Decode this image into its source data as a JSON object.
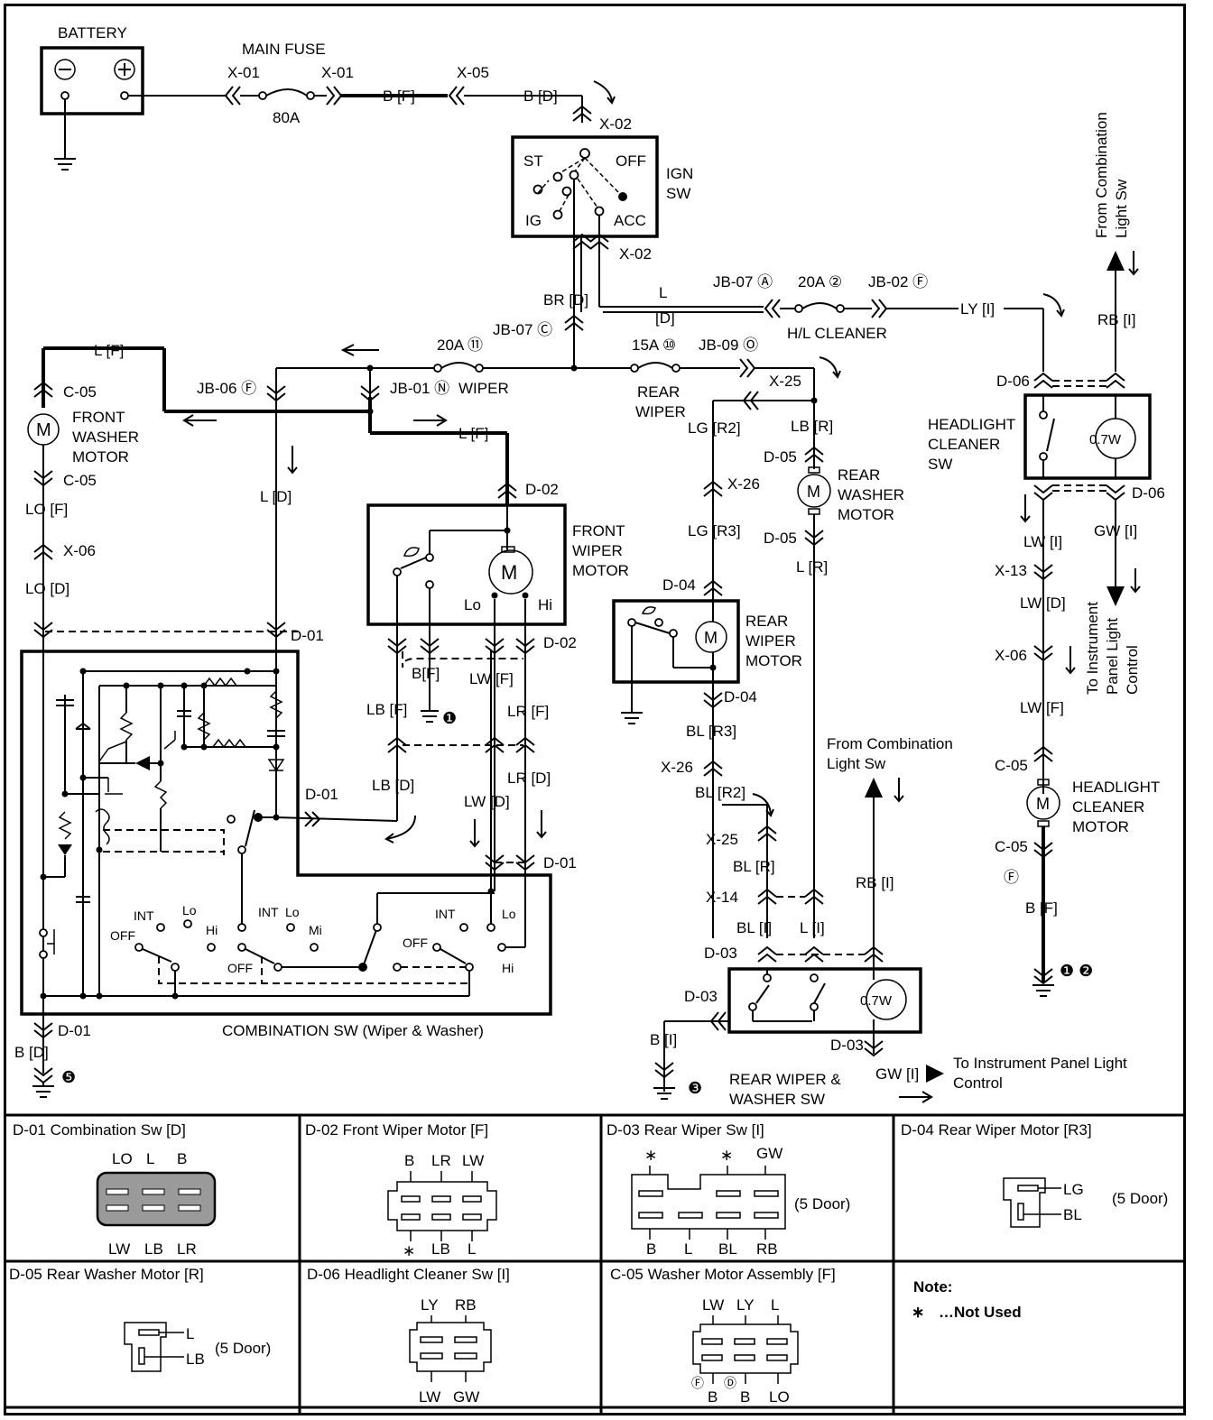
{
  "components": {
    "battery": "BATTERY",
    "main_fuse": "MAIN FUSE",
    "main_fuse_rating": "80A",
    "ign_sw": [
      "IGN",
      "SW"
    ],
    "ign_positions": {
      "st": "ST",
      "off": "OFF",
      "ig": "IG",
      "acc": "ACC"
    },
    "front_washer_motor": [
      "FRONT",
      "WASHER",
      "MOTOR"
    ],
    "front_wiper_motor": [
      "FRONT",
      "WIPER",
      "MOTOR"
    ],
    "rear_wiper_motor": [
      "REAR",
      "WIPER",
      "MOTOR"
    ],
    "rear_washer_motor": [
      "REAR",
      "WASHER",
      "MOTOR"
    ],
    "headlight_cleaner_sw": [
      "HEADLIGHT",
      "CLEANER",
      "SW"
    ],
    "headlight_cleaner_motor": [
      "HEADLIGHT",
      "CLEANER",
      "MOTOR"
    ],
    "combination_sw": "COMBINATION SW (Wiper & Washer)",
    "rear_wiper_washer_sw": [
      "REAR WIPER &",
      "WASHER SW"
    ],
    "motor_symbol": "M",
    "lamp_rating": "0.7W",
    "lo": "Lo",
    "hi": "Hi",
    "positions": {
      "int": "INT",
      "lo": "Lo",
      "hi": "Hi",
      "mi": "Mi",
      "off": "OFF"
    }
  },
  "fuses": {
    "wiper": {
      "rating": "20A ⑪",
      "name": "WIPER"
    },
    "rear_wiper": {
      "rating": "15A ⑩",
      "name": [
        "REAR",
        "WIPER"
      ]
    },
    "hl_cleaner": {
      "rating": "20A ②",
      "name": "H/L CLEANER"
    }
  },
  "connectors": {
    "x01": "X-01",
    "x02": "X-02",
    "x05": "X-05",
    "x06": "X-06",
    "x13": "X-13",
    "x14": "X-14",
    "x25": "X-25",
    "x26": "X-26",
    "jb07a": "JB-07 Ⓐ",
    "jb02f": "JB-02 Ⓕ",
    "jb07c": "JB-07 Ⓒ",
    "jb06f": "JB-06 Ⓕ",
    "jb01n": "JB-01 Ⓝ",
    "jb09o": "JB-09 Ⓞ",
    "c05": "C-05",
    "d01": "D-01",
    "d02": "D-02",
    "d03": "D-03",
    "d04": "D-04",
    "d05": "D-05",
    "d06": "D-06"
  },
  "wires": {
    "b_f": "B [F]",
    "b_d": "B [D]",
    "br_d": "BR [D]",
    "l": "L",
    "l_bracket_d": "[D]",
    "ly_i": "LY [I]",
    "rb_i": "RB [I]",
    "l_f": "L [F]",
    "lo_f": "LO [F]",
    "lo_d": "LO [D]",
    "l_d": "L [D]",
    "bf": "B[F]",
    "lb_f": "LB [F]",
    "lb_d": "LB [D]",
    "lw_f": "LW [F]",
    "lr_f": "LR [F]",
    "lr_d": "LR [D]",
    "lw_d": "LW [D]",
    "lg_r2": "LG [R2]",
    "lg_r3": "LG [R3]",
    "lb_r": "LB [R]",
    "l_r": "L [R]",
    "bl_r3": "BL [R3]",
    "bl_r2": "BL [R2]",
    "bl_r": "BL [R]",
    "bl_i": "BL [I]",
    "l_i": "L [I]",
    "b_i": "B [I]",
    "gw_i": "GW [I]",
    "lw_i": "LW [I]",
    "lw_d2": "LW [D]",
    "lw_f2": "LW [F]",
    "b_f2": "B [F]",
    "b_d2": "B [D]"
  },
  "grounds": {
    "g1": "❶",
    "g12": "❶ ❷",
    "g3": "❸",
    "g5": "❺",
    "circle_f": "Ⓕ"
  },
  "notes": {
    "from_comb_light_sw": [
      "From Combination",
      "Light Sw"
    ],
    "to_ipl_control": [
      "To Instrument",
      "Panel Light",
      "Control"
    ],
    "to_ipl_control2": [
      "To Instrument Panel Light",
      "Control"
    ]
  },
  "connector_table": [
    {
      "title": "D-01  Combination Sw [D]",
      "top": [
        "LO",
        "L",
        "B"
      ],
      "bottom": [
        "LW",
        "LB",
        "LR"
      ]
    },
    {
      "title": "D-02  Front Wiper Motor [F]",
      "top": [
        "B",
        "LR",
        "LW"
      ],
      "bottom": [
        "∗",
        "LB",
        "L"
      ]
    },
    {
      "title": "D-03  Rear Wiper Sw [I]",
      "top": [
        "∗",
        "∗",
        "GW"
      ],
      "bottom": [
        "B",
        "L",
        "BL",
        "RB"
      ],
      "note": "(5 Door)"
    },
    {
      "title": "D-04  Rear Wiper Motor [R3]",
      "pins": [
        "LG",
        "BL"
      ],
      "note": "(5 Door)"
    },
    {
      "title": "D-05  Rear Washer Motor [R]",
      "pins": [
        "L",
        "LB"
      ],
      "note": "(5 Door)"
    },
    {
      "title": "D-06  Headlight Cleaner Sw [I]",
      "top": [
        "LY",
        "RB"
      ],
      "bottom": [
        "LW",
        "GW"
      ]
    },
    {
      "title": "C-05  Washer Motor Assembly [F]",
      "top": [
        "LW",
        "LY",
        "L"
      ],
      "bottom": [
        "B",
        "B",
        "LO"
      ],
      "marks": [
        "Ⓕ",
        "Ⓓ"
      ]
    },
    {
      "title": "Note:",
      "note_text": "…Not Used",
      "note_mark": "∗"
    }
  ]
}
